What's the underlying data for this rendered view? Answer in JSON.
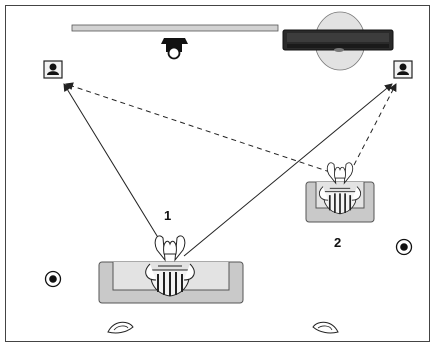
{
  "diagram": {
    "positions": [
      {
        "id": "position-1",
        "label": "1"
      },
      {
        "id": "position-2",
        "label": "2"
      }
    ]
  }
}
